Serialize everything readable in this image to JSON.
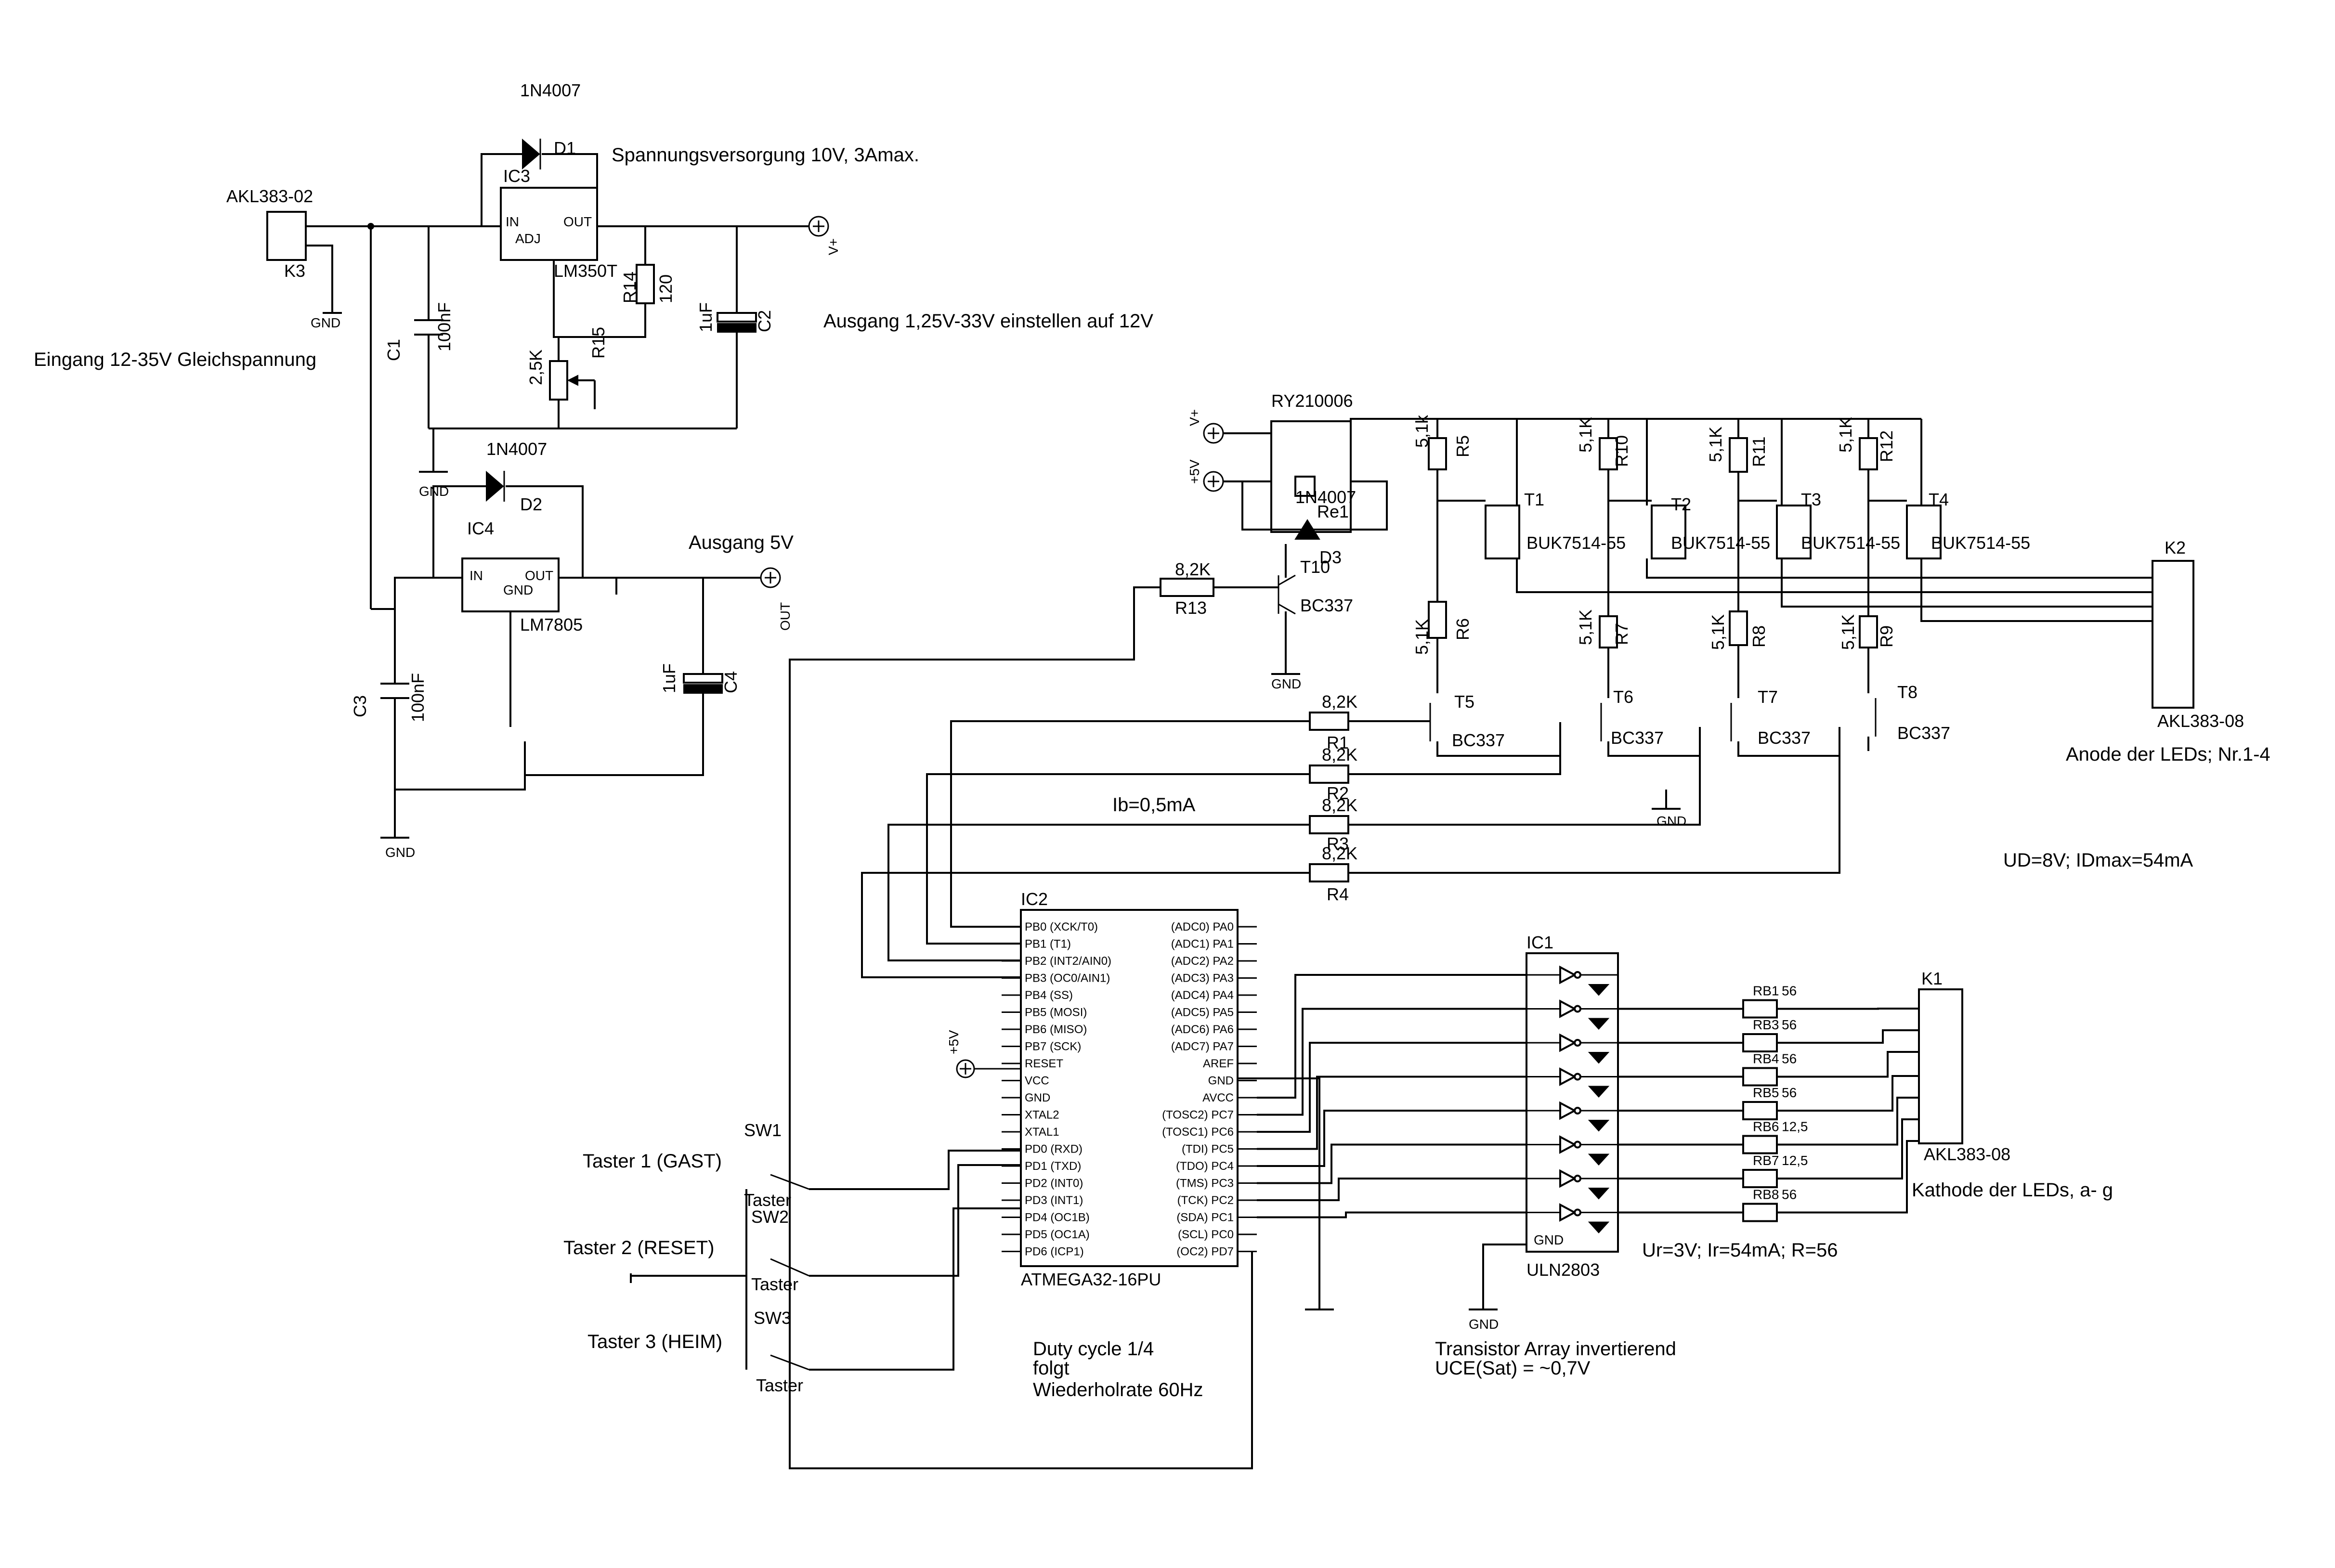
{
  "notes": {
    "supply": "Spannungsversorgung 10V, 3Amax.",
    "output_adjust": "Ausgang 1,25V-33V einstellen auf 12V",
    "input": "Eingang 12-35V Gleichspannung",
    "output5v": "Ausgang 5V",
    "ib": "Ib=0,5mA",
    "anode": "Anode der LEDs; Nr.1-4",
    "ud": "UD=8V; IDmax=54mA",
    "kathode": "Kathode der LEDs, a- g",
    "ur": "Ur=3V; Ir=54mA; R=56",
    "taster1": "Taster 1 (GAST)",
    "taster2": "Taster 2 (RESET)",
    "taster3": "Taster 3 (HEIM)",
    "duty1": "Duty cycle 1/4",
    "duty2": "folgt",
    "duty3": "Wiederholrate 60Hz",
    "array1": "Transistor Array invertierend",
    "array2": "UCE(Sat) = ~0,7V"
  },
  "components": {
    "d1": {
      "value": "1N4007",
      "ref": "D1"
    },
    "d2": {
      "value": "1N4007",
      "ref": "D2"
    },
    "d3": {
      "value": "1N4007",
      "ref": "D3"
    },
    "ic3": {
      "ref": "IC3",
      "part": "LM350T",
      "in": "IN",
      "adj": "ADJ",
      "out": "OUT"
    },
    "ic4": {
      "ref": "IC4",
      "part": "LM7805",
      "in": "IN",
      "gnd": "GND",
      "out": "OUT"
    },
    "k3": {
      "value": "AKL383-02",
      "ref": "K3"
    },
    "c1": {
      "ref": "C1",
      "value": "100nF"
    },
    "c2": {
      "ref": "C2",
      "value": "1uF"
    },
    "c3": {
      "ref": "C3",
      "value": "100nF"
    },
    "c4": {
      "ref": "C4",
      "value": "1uF"
    },
    "r14": {
      "ref": "R14",
      "value": "120"
    },
    "r15": {
      "ref": "R15",
      "value": "2,5K"
    },
    "relay": {
      "value": "RY210006",
      "ref": "Re1"
    },
    "t10": {
      "ref": "T10",
      "part": "BC337"
    },
    "r13": {
      "ref": "R13",
      "value": "8,2K"
    },
    "mosfets": [
      {
        "ref": "T1",
        "part": "BUK7514-55"
      },
      {
        "ref": "T2",
        "part": "BUK7514-55"
      },
      {
        "ref": "T3",
        "part": "BUK7514-55"
      },
      {
        "ref": "T4",
        "part": "BUK7514-55"
      }
    ],
    "pullups": [
      {
        "ref": "R5",
        "value": "5,1k"
      },
      {
        "ref": "R10",
        "value": "5,1K"
      },
      {
        "ref": "R11",
        "value": "5,1K"
      },
      {
        "ref": "R12",
        "value": "5,1K"
      }
    ],
    "collector_r": [
      {
        "ref": "R6",
        "value": "5,1K"
      },
      {
        "ref": "R7",
        "value": "5,1K"
      },
      {
        "ref": "R8",
        "value": "5,1K"
      },
      {
        "ref": "R9",
        "value": "5,1K"
      }
    ],
    "npn": [
      {
        "ref": "T5",
        "part": "BC337"
      },
      {
        "ref": "T6",
        "part": "BC337"
      },
      {
        "ref": "T7",
        "part": "BC337"
      },
      {
        "ref": "T8",
        "part": "BC337"
      }
    ],
    "base_r": [
      {
        "ref": "R1",
        "value": "8,2K"
      },
      {
        "ref": "R2",
        "value": "8,2K"
      },
      {
        "ref": "R3",
        "value": "8,2K"
      },
      {
        "ref": "R4",
        "value": "8,2K"
      }
    ],
    "k2": {
      "ref": "K2",
      "value": "AKL383-08"
    },
    "k1": {
      "ref": "K1",
      "value": "AKL383-08"
    },
    "ic1": {
      "ref": "IC1",
      "part": "ULN2803",
      "gnd": "GND"
    },
    "ic2": {
      "ref": "IC2",
      "part": "ATMEGA32-16PU"
    },
    "rb": [
      {
        "ref": "RB1",
        "value": "56"
      },
      {
        "ref": "RB3",
        "value": "56"
      },
      {
        "ref": "RB4",
        "value": "56"
      },
      {
        "ref": "RB5",
        "value": "56"
      },
      {
        "ref": "RB6",
        "value": "12,5"
      },
      {
        "ref": "RB7",
        "value": "12,5"
      },
      {
        "ref": "RB8",
        "value": "56"
      }
    ],
    "switches": [
      {
        "ref": "SW1",
        "label": "Taster"
      },
      {
        "ref": "SW2",
        "label": "Taster"
      },
      {
        "ref": "SW3",
        "label": "Taster"
      }
    ]
  },
  "ic2_left_pins": [
    "PB0 (XCK/T0)",
    "PB1 (T1)",
    "PB2 (INT2/AIN0)",
    "PB3 (OC0/AIN1)",
    "PB4 (SS)",
    "PB5 (MOSI)",
    "PB6 (MISO)",
    "PB7 (SCK)",
    "RESET",
    "VCC",
    "GND",
    "XTAL2",
    "XTAL1",
    "PD0 (RXD)",
    "PD1 (TXD)",
    "PD2 (INT0)",
    "PD3 (INT1)",
    "PD4 (OC1B)",
    "PD5 (OC1A)",
    "PD6 (ICP1)"
  ],
  "ic2_right_pins": [
    "(ADC0) PA0",
    "(ADC1) PA1",
    "(ADC2) PA2",
    "(ADC3) PA3",
    "(ADC4) PA4",
    "(ADC5) PA5",
    "(ADC6) PA6",
    "(ADC7) PA7",
    "AREF",
    "GND",
    "AVCC",
    "(TOSC2) PC7",
    "(TOSC1) PC6",
    "(TDI) PC5",
    "(TDO) PC4",
    "(TMS) PC3",
    "(TCK) PC2",
    "(SDA) PC1",
    "(SCL) PC0",
    "(OC2) PD7"
  ],
  "nets": {
    "gnd": "GND",
    "vplus": "V+",
    "plus5v": "+5V",
    "out": "OUT"
  }
}
